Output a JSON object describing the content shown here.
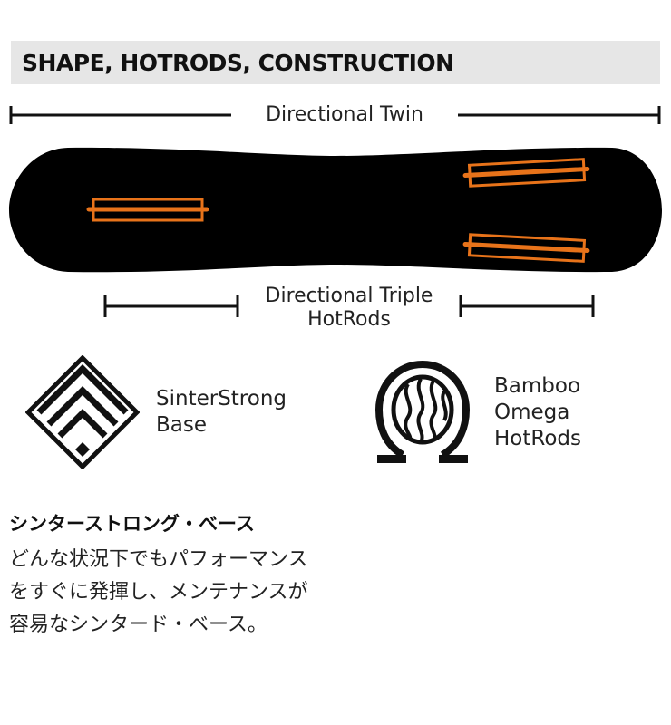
{
  "header": {
    "title": "SHAPE, HOTRODS, CONSTRUCTION"
  },
  "shape": {
    "label": "Directional Twin"
  },
  "hotrods": {
    "label_line1": "Directional Triple",
    "label_line2": "HotRods"
  },
  "features": [
    {
      "name": "SinterStrong",
      "line2": "Base",
      "icon": "diamond-chevron-icon"
    },
    {
      "name": "Bamboo",
      "line2": "Omega",
      "line3": "HotRods",
      "icon": "omega-icon"
    }
  ],
  "description": {
    "title": "シンターストロング・ベース",
    "lines": [
      "どんな状況下でもパフォーマンス",
      "をすぐに発揮し、メンテナンスが",
      "容易なシンタード・ベース。"
    ]
  },
  "colors": {
    "accent": "#e8731a",
    "header_bg": "#e6e6e6"
  }
}
